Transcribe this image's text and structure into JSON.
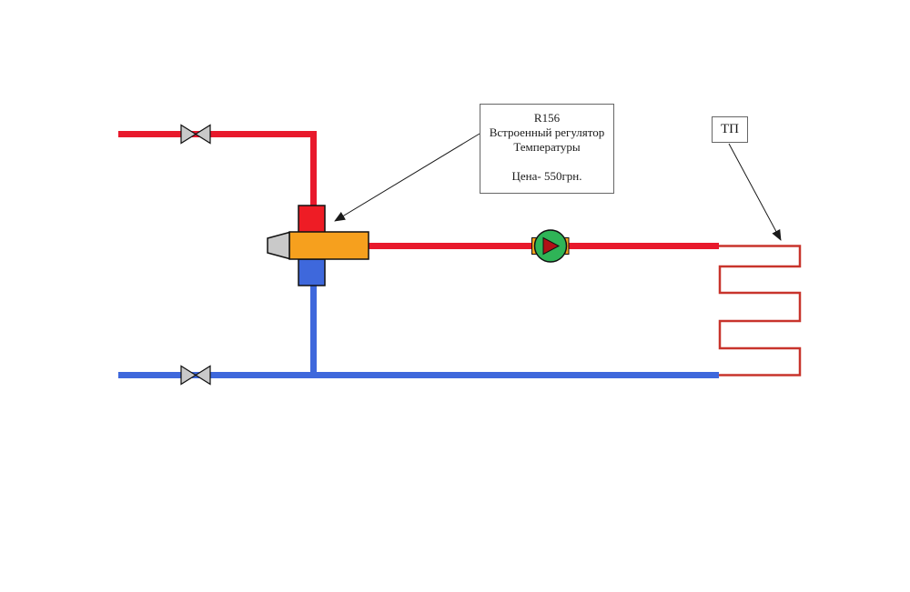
{
  "annotation": {
    "title": "R156",
    "line2": "Встроенный регулятор",
    "line3": "Температуры",
    "price": "Цена- 550грн."
  },
  "floor_label": "ТП",
  "icons": {
    "supply_valve": "shutoff-valve-icon",
    "return_valve": "shutoff-valve-icon",
    "mixing_valve": "thermostatic-mixing-valve-icon",
    "pump": "circulation-pump-icon",
    "floor_loop": "underfloor-heating-serpentine"
  },
  "colors": {
    "background": "#FFFFFF",
    "pipe_red": "#E8192C",
    "pipe_blue": "#3E68DC",
    "loop_red": "#C8342C",
    "valve_gray": "#C9C9C9",
    "block_red": "#EE1C25",
    "block_orange": "#F6A01E",
    "block_blue": "#3E68DC",
    "pump_green": "#2FB457",
    "pump_arrow_red": "#B01116",
    "outline": "#111111",
    "box_border": "#666666",
    "text": "#1A1A1A"
  }
}
